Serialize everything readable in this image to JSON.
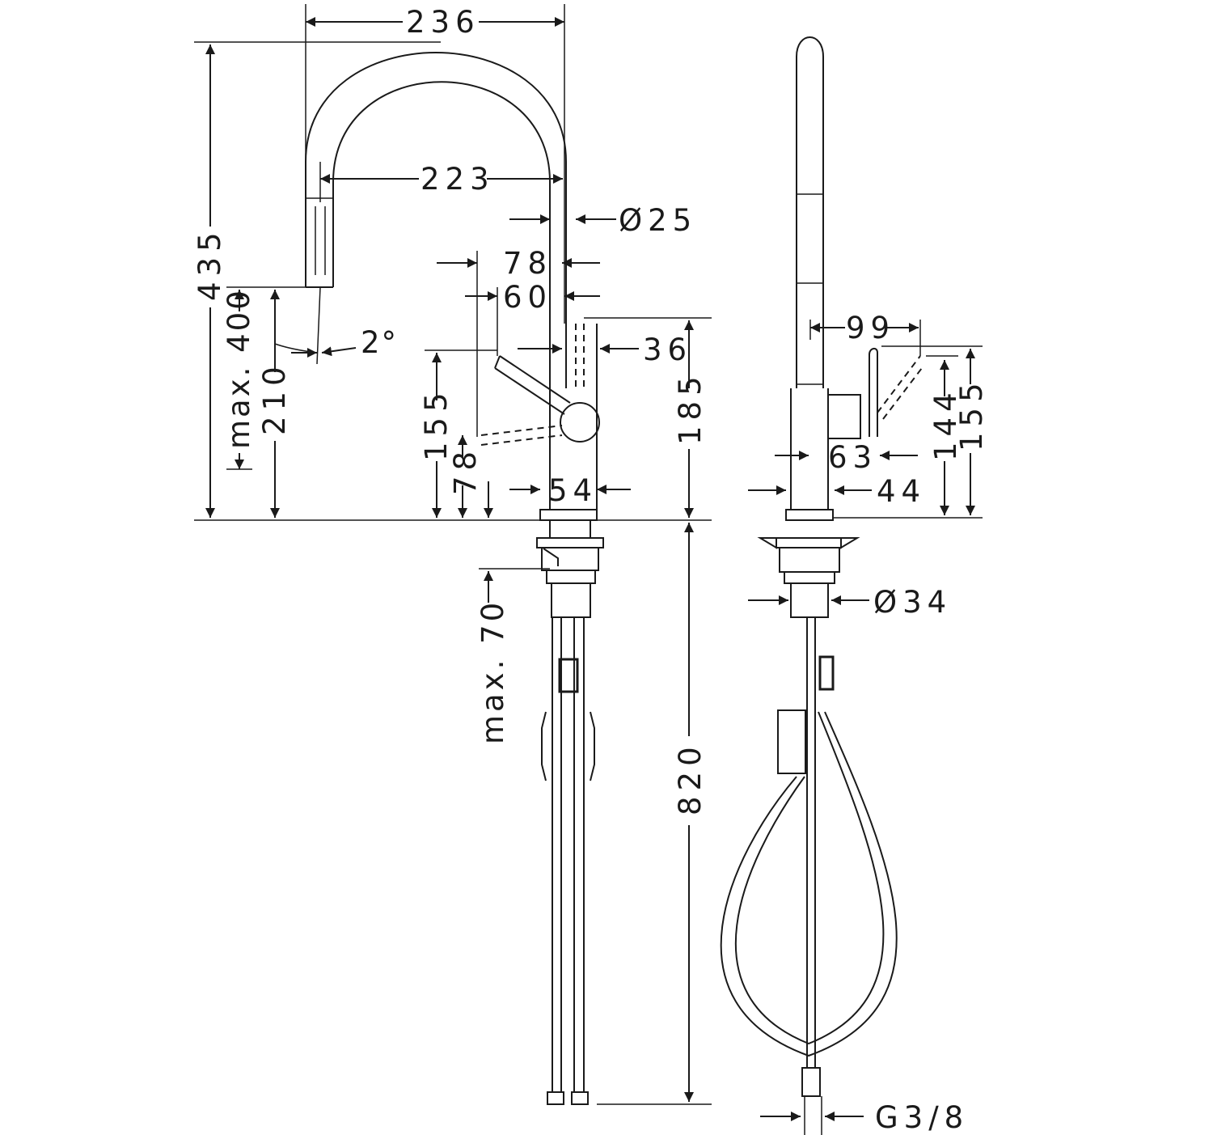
{
  "front_view": {
    "dims": {
      "width_236": "236",
      "reach_223": "223",
      "diameter_25": "Ø25",
      "offset_78": "78",
      "offset_60": "60",
      "angle_2": "2°",
      "width_36": "36",
      "height_435": "435",
      "height_max_400": "max. 400",
      "height_210": "210",
      "height_155": "155",
      "height_78": "78",
      "height_185": "185",
      "base_54": "54",
      "depth_max_70": "max. 70",
      "hose_820": "820"
    }
  },
  "side_view": {
    "dims": {
      "handle_99": "99",
      "handle_63": "63",
      "body_44": "44",
      "height_144": "144",
      "height_155": "155",
      "shank_diameter_34": "Ø34",
      "connection_g38": "G3/8"
    }
  }
}
